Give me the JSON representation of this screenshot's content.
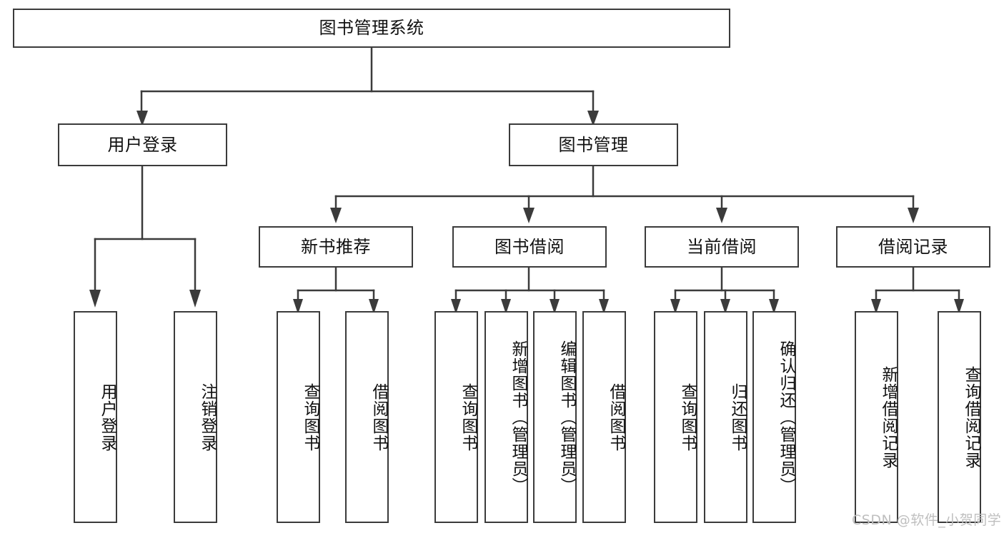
{
  "diagram": {
    "title": "图书管理系统",
    "watermark": "CSDN @软件_小贺同学",
    "line_color": "#3b3b3b",
    "box_fill": "#ffffff",
    "text_color": "#111111",
    "watermark_color": "#bfbfbf",
    "root": {
      "label": "图书管理系统"
    },
    "level1": [
      {
        "label": "用户登录"
      },
      {
        "label": "图书管理"
      }
    ],
    "level2": [
      {
        "label": "新书推荐"
      },
      {
        "label": "图书借阅"
      },
      {
        "label": "当前借阅"
      },
      {
        "label": "借阅记录"
      }
    ],
    "leaves": {
      "user_login": [
        {
          "label": "用户登录"
        },
        {
          "label": "注销登录"
        }
      ],
      "new_book_recommend": [
        {
          "label": "查询图书"
        },
        {
          "label": "借阅图书"
        }
      ],
      "book_borrow": [
        {
          "label": "查询图书"
        },
        {
          "label": "新增图书（管理员）"
        },
        {
          "label": "编辑图书（管理员）"
        },
        {
          "label": "借阅图书"
        }
      ],
      "current_borrow": [
        {
          "label": "查询图书"
        },
        {
          "label": "归还图书"
        },
        {
          "label": "确认归还（管理员）"
        }
      ],
      "borrow_record": [
        {
          "label": "新增借阅记录"
        },
        {
          "label": "查询借阅记录"
        }
      ]
    }
  }
}
